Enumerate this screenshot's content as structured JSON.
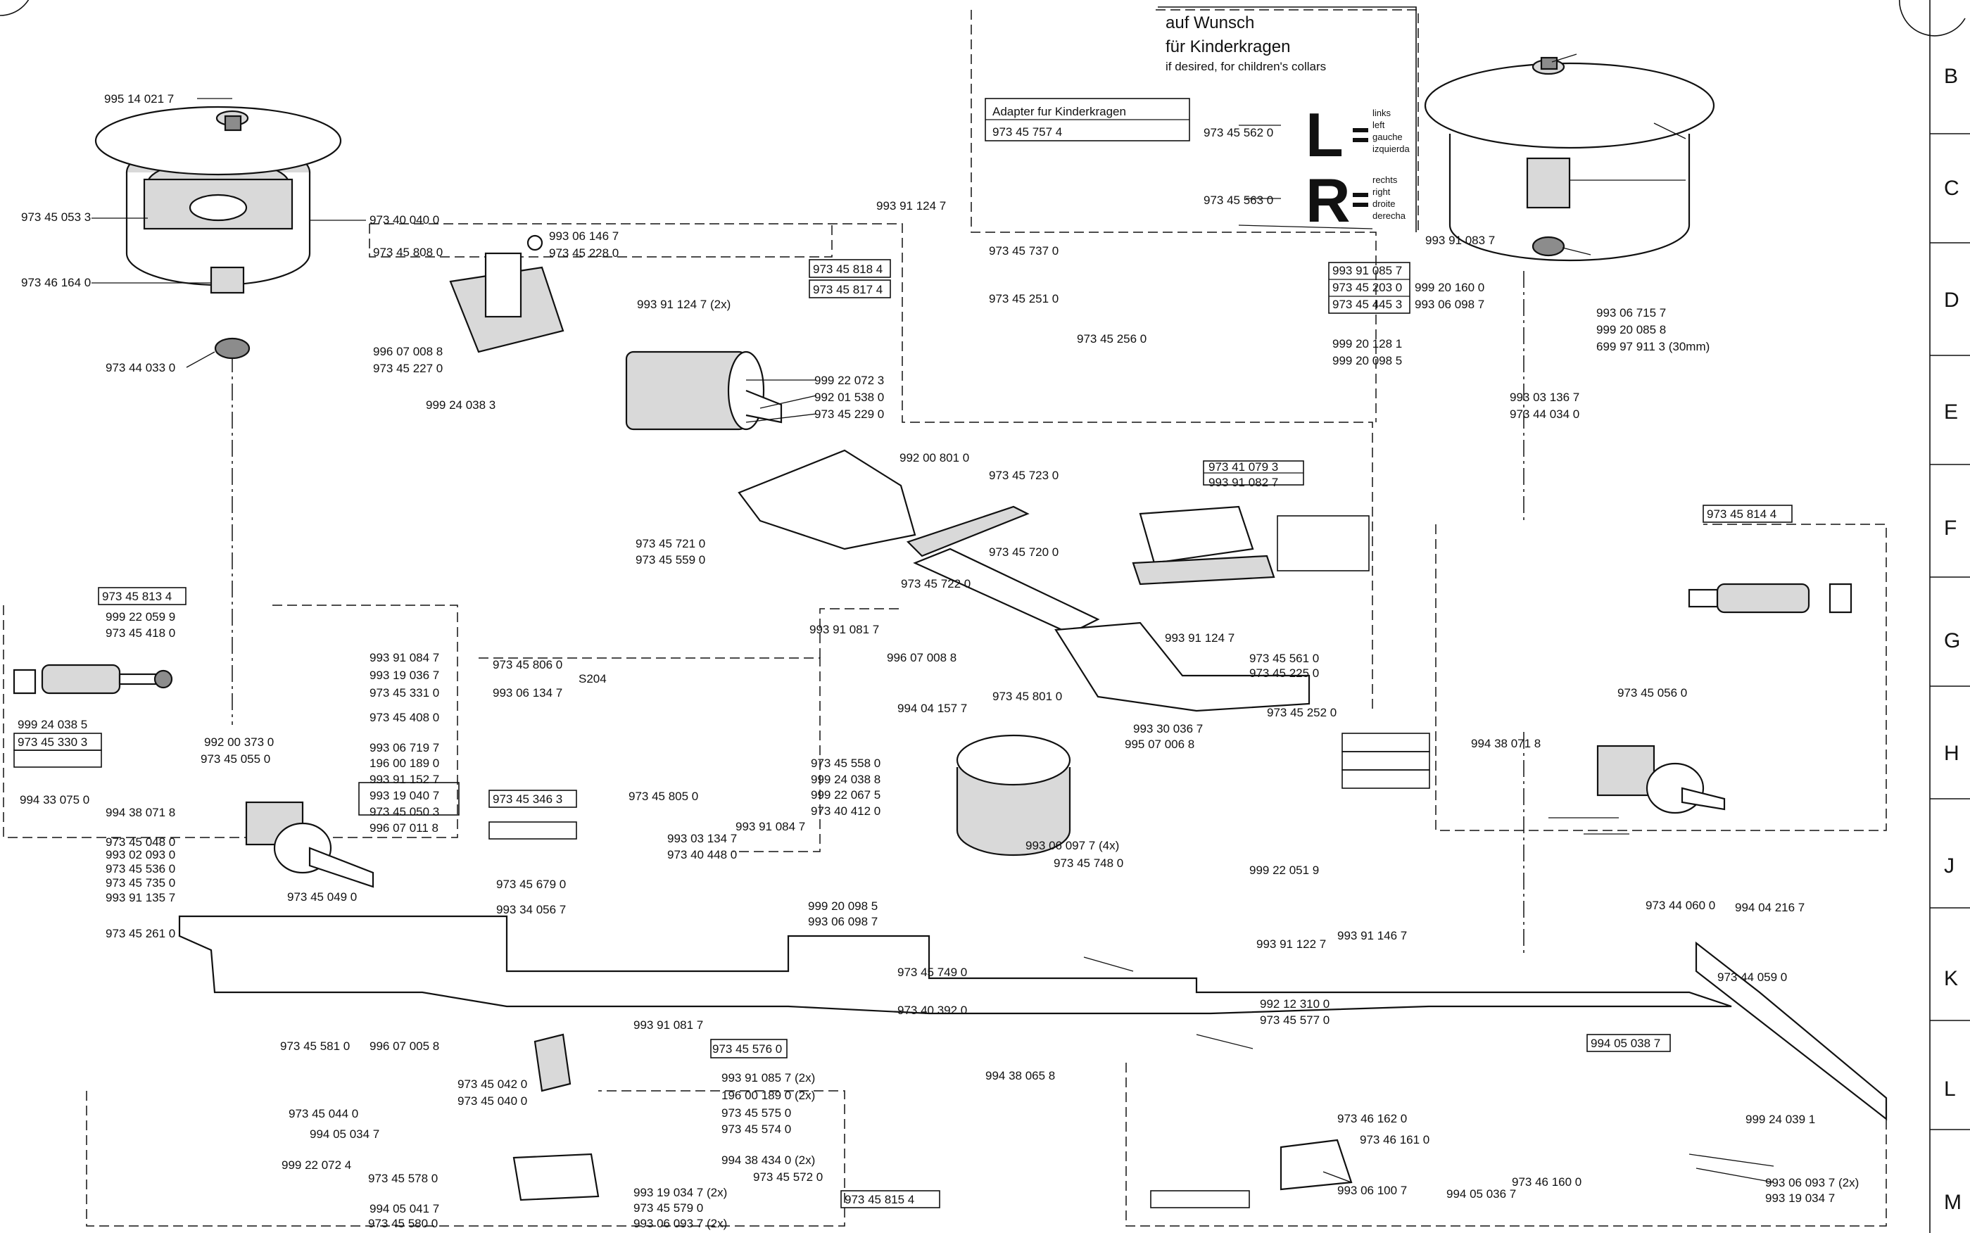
{
  "note": {
    "title_de_1": "auf Wunsch",
    "title_de_2": "für Kinderkragen",
    "title_en": "if desired, for children's collars",
    "adapter_label": "Adapter fur Kinderkragen",
    "adapter_no": "973 45 757 4",
    "left_symbol": "L",
    "right_symbol": "R",
    "left_words": [
      "links",
      "left",
      "gauche",
      "izquierda"
    ],
    "right_words": [
      "rechts",
      "right",
      "droite",
      "derecha"
    ]
  },
  "row_letters": [
    "B",
    "C",
    "D",
    "E",
    "F",
    "G",
    "H",
    "J",
    "K",
    "L",
    "M"
  ],
  "part_numbers": [
    "995 14 021 7",
    "973 45 053 3",
    "973 46 164 0",
    "973 44 033 0",
    "973 40 040 0",
    "993 06 146 7",
    "973 45 228 0",
    "973 45 808 0",
    "993 91 124 7 (2x)",
    "996 07 008 8",
    "973 45 227 0",
    "999 24 038 3",
    "999 22 072 3",
    "992 01 538 0",
    "973 45 229 0",
    "973 45 818 4",
    "973 45 817 4",
    "993 91 124 7",
    "973 45 562 0",
    "973 45 563 0",
    "993 91 083 7",
    "973 45 737 0",
    "993 91 085 7",
    "973 45 203 0",
    "973 45 445 3",
    "999 20 160 0",
    "993 06 098 7",
    "973 45 251 0",
    "973 45 256 0",
    "999 20 128 1",
    "999 20 098 5",
    "993 06 715 7",
    "999 20 085 8",
    "699 97 911 3 (30mm)",
    "993 03 136 7",
    "973 44 034 0",
    "992 00 801 0",
    "973 45 723 0",
    "973 41 079 3",
    "993 91 082 7",
    "973 45 721 0",
    "973 45 559 0",
    "973 45 720 0",
    "973 45 722 0",
    "973 45 813 4",
    "999 22 059 9",
    "973 45 418 0",
    "999 24 038 5",
    "973 45 330 3",
    "992 00 373 0",
    "973 45 055 0",
    "993 91 084 7",
    "993 19 036 7",
    "973 45 331 0",
    "973 45 408 0",
    "993 06 719 7",
    "196 00 189 0",
    "993 91 152 7",
    "993 19 040 7",
    "973 45 050 3",
    "996 07 011 8",
    "994 33 075 0",
    "994 38 071 8",
    "973 45 048 0",
    "993 02 093 0",
    "973 45 536 0",
    "973 45 735 0",
    "993 91 135 7",
    "973 45 049 0",
    "973 45 679 0",
    "993 34 056 7",
    "973 45 261 0",
    "973 45 806 0",
    "993 06 134 7",
    "S204",
    "973 45 346 3",
    "993 91 081 7",
    "996 07 008 8",
    "994 04 157 7",
    "973 45 801 0",
    "973 45 558 0",
    "999 24 038 8",
    "999 22 067 5",
    "973 40 412 0",
    "993 03 134 7",
    "973 40 448 0",
    "993 91 084 7",
    "999 20 098 5",
    "993 06 098 7",
    "973 45 805 0",
    "993 30 036 7",
    "995 07 006 8",
    "973 45 561 0",
    "973 45 225 0",
    "973 45 252 0",
    "993 06 097 7 (4x)",
    "973 45 748 0",
    "993 91 124 7",
    "973 45 814 4",
    "973 45 056 0",
    "994 38 071 8",
    "973 44 060 0",
    "994 04 216 7",
    "973 44 059 0",
    "993 91 122 7",
    "993 91 146 7",
    "999 22 051 9",
    "973 45 749 0",
    "973 40 392 0",
    "993 91 081 7",
    "973 45 576 0",
    "993 91 085 7 (2x)",
    "196 00 189 0 (2x)",
    "973 45 575 0",
    "973 45 574 0",
    "994 38 434 0 (2x)",
    "973 45 572 0",
    "993 19 034 7 (2x)",
    "973 45 579 0",
    "993 06 093 7 (2x)",
    "973 45 815 4",
    "973 45 580 0",
    "973 45 578 0",
    "994 05 041 7",
    "994 05 036 7",
    "999 22 072 4",
    "999 24 039 1",
    "973 45 044 0",
    "973 45 042 0",
    "973 45 040 0",
    "994 05 034 7",
    "973 45 581 0",
    "996 07 005 8",
    "992 12 310 0",
    "973 45 577 0",
    "994 05 038 7",
    "973 46 162 0",
    "973 46 161 0",
    "973 46 160 0",
    "994 38 065 8",
    "993 06 100 7",
    "993 06 093 7 (2x)",
    "993 19 034 7"
  ]
}
